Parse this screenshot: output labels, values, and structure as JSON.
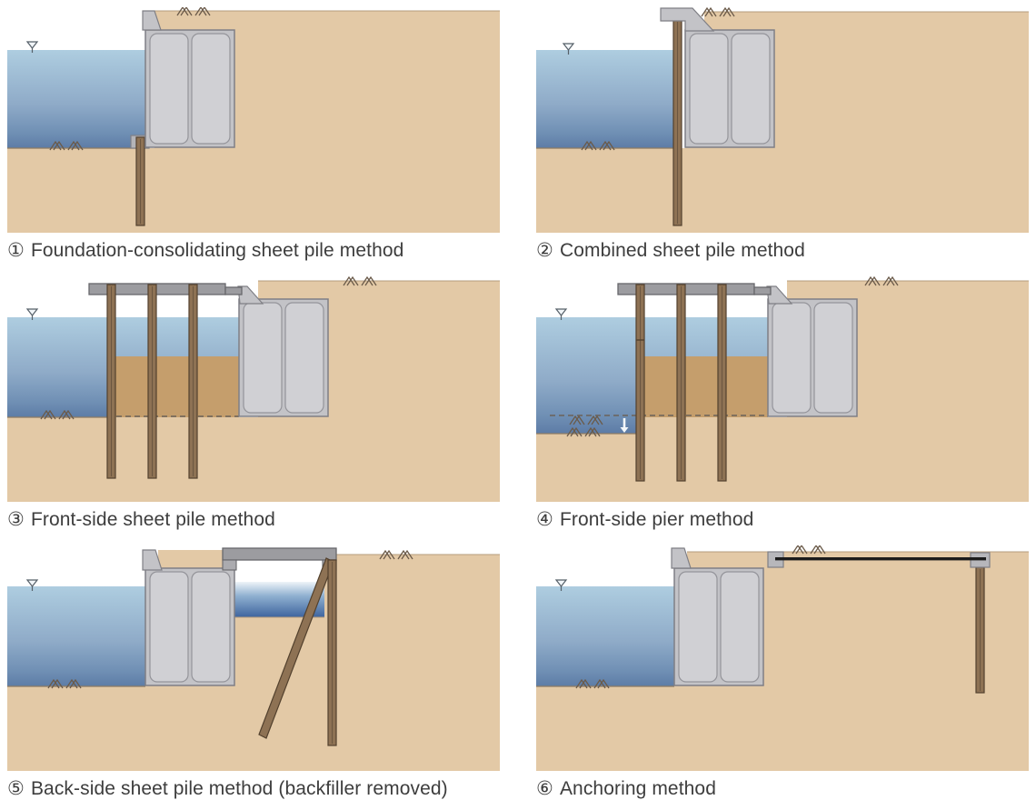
{
  "page": {
    "background": "#ffffff"
  },
  "panels": [
    {
      "num": "①",
      "label": "Foundation-consolidating sheet pile method"
    },
    {
      "num": "②",
      "label": "Combined sheet pile method"
    },
    {
      "num": "③",
      "label": "Front-side sheet pile method"
    },
    {
      "num": "④",
      "label": "Front-side pier method"
    },
    {
      "num": "⑤",
      "label": "Back-side sheet pile method (backfiller removed)"
    },
    {
      "num": "⑥",
      "label": "Anchoring method"
    }
  ],
  "palette": {
    "soil": "#e3c9a6",
    "frontFill": "#c59e6c",
    "surfaceLine": "#b59c7c",
    "seabedLine": "#8e7c63",
    "waterTop": "#aecde0",
    "waterMid": "#8fabc8",
    "waterLow": "#6f8fb4",
    "waterBottom": "#5d7ca6",
    "pitWaterTop": "#eef4f8",
    "pitWaterMid": "#8fb0d0",
    "pitWaterBottom": "#3e649e",
    "caissonOuter": "#c3c3c7",
    "caissonCell": "#d0d0d4",
    "caissonStroke": "#7f7f85",
    "cellStroke": "#94949a",
    "capGray": "#c3c3c7",
    "deck": "#9c9ca0",
    "deckStroke": "#68686c",
    "deckSupport": "#ababaf",
    "footing": "#b4b4b8",
    "anchorBlock": "#b7b7bb",
    "pile": "#8e7254",
    "pileStroke": "#53412e",
    "pileMid": "#6b5640",
    "rod": "#1b1b1b",
    "hatch": "#6a5a49",
    "dash": "#6b625a",
    "symbolStroke": "#555f68",
    "arrow": "#f4f8fa",
    "caption": "#3d3d3d"
  }
}
